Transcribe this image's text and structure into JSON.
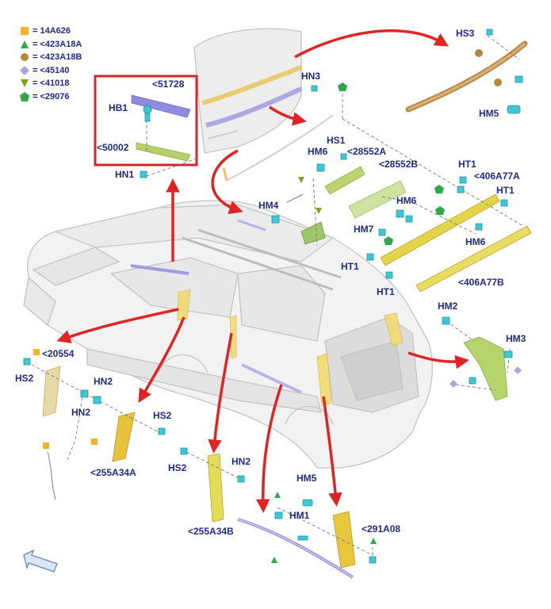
{
  "legend": [
    {
      "shape": "square",
      "color": "#f5b324",
      "text": "= 14A626"
    },
    {
      "shape": "triangle-up",
      "color": "#2fa84a",
      "text": "= <423A18A"
    },
    {
      "shape": "circle",
      "color": "#b5883f",
      "text": "= <423A18B"
    },
    {
      "shape": "diamond",
      "color": "#a9a6e3",
      "text": "= <45140"
    },
    {
      "shape": "triangle-down",
      "color": "#8a9a1c",
      "text": "= <41018"
    },
    {
      "shape": "pentagon",
      "color": "#2fa84a",
      "text": "= <29076"
    }
  ],
  "labels": {
    "hs3": "HS3",
    "hn3": "HN3",
    "hm5_top": "HM5",
    "p51728": "<51728",
    "hb1": "HB1",
    "p50002": "<50002",
    "hn1": "HN1",
    "hs1": "HS1",
    "hm6_a": "HM6",
    "p28552a": "<28552A",
    "p28552b": "<28552B",
    "ht1_a": "HT1",
    "p406a77a": "<406A77A",
    "ht1_b": "HT1",
    "hm4": "HM4",
    "hm6_b": "HM6",
    "hm7": "HM7",
    "hm6_c": "HM6",
    "ht1_c": "HT1",
    "ht1_d": "HT1",
    "p406a77b": "<406A77B",
    "hm2_r": "HM2",
    "hm3": "HM3",
    "p20554": "<20554",
    "hs2_a": "HS2",
    "hn2_a": "HN2",
    "hn2_b": "HN2",
    "hs2_b": "HS2",
    "p255a34a": "<255A34A",
    "hs2_c": "HS2",
    "hn2_c": "HN2",
    "hm5_b": "HM5",
    "hm1": "HM1",
    "p255a34b": "<255A34B",
    "p291a08": "<291A08"
  },
  "colors": {
    "label": "#1f2a8a",
    "arrow": "#e02424",
    "highlight_box": "#d4252d",
    "clip": "#3fc7d6",
    "pillar": "#e6d24a",
    "body_line": "#c9c9c9"
  },
  "icons": [
    "front-direction-arrow-icon"
  ]
}
